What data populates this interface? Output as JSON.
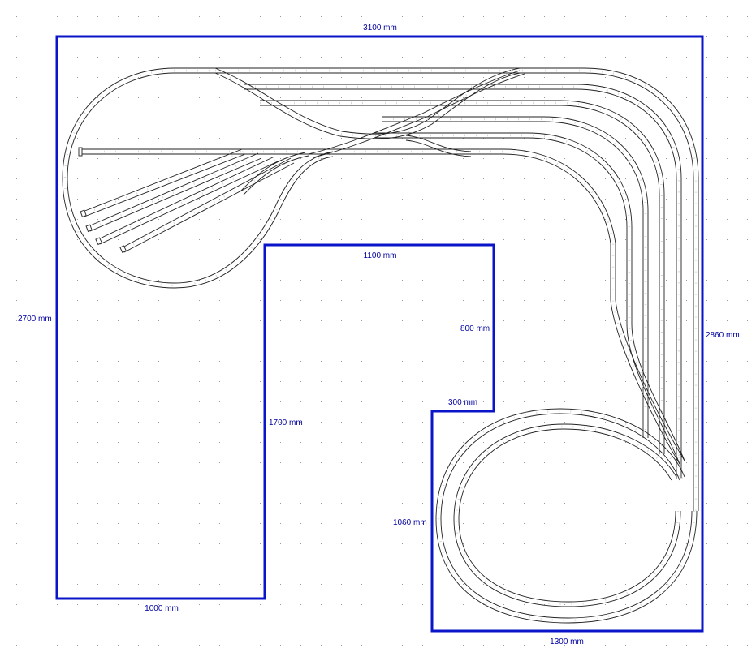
{
  "plan": {
    "wall_color": "#0a14c8",
    "label_color": "#0000a0",
    "track_color": "#222222",
    "grid_dot_color": "#9a9a9a",
    "dimensions": {
      "top_width": "3100 mm",
      "left_height": "2700 mm",
      "right_height": "2860 mm",
      "inner_top": "1100 mm",
      "inner_right": "800 mm",
      "step_width": "300 mm",
      "inner_left": "1700 mm",
      "bottom_left": "1000 mm",
      "loop_side": "1060 mm",
      "bottom_right": "1300 mm"
    }
  }
}
